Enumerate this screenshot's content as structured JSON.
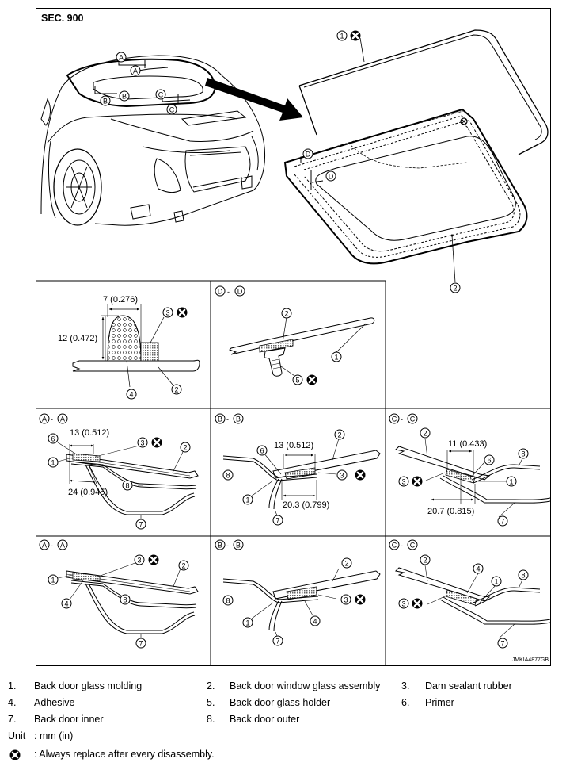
{
  "section_label": "SEC. 900",
  "image_code": "JMKIA4877GB",
  "section_views": {
    "aa": "A - A",
    "bb": "B - B",
    "cc": "C - C",
    "dd": "D - D"
  },
  "markers": {
    "a": "A",
    "b": "B",
    "c": "C",
    "d": "D"
  },
  "callouts": [
    "1",
    "2",
    "3",
    "4",
    "5",
    "6",
    "7",
    "8"
  ],
  "dimensions": {
    "dam_width": "7 (0.276)",
    "dam_height": "12 (0.472)",
    "aa_top": "13 (0.512)",
    "aa_bottom": "24 (0.945)",
    "bb_top": "13 (0.512)",
    "bb_bottom": "20.3 (0.799)",
    "cc_top": "11 (0.433)",
    "cc_bottom": "20.7 (0.815)"
  },
  "legend": [
    {
      "num": "1.",
      "label": "Back door glass molding"
    },
    {
      "num": "2.",
      "label": "Back door window glass assembly"
    },
    {
      "num": "3.",
      "label": "Dam sealant rubber"
    },
    {
      "num": "4.",
      "label": "Adhesive"
    },
    {
      "num": "5.",
      "label": "Back door glass holder"
    },
    {
      "num": "6.",
      "label": "Primer"
    },
    {
      "num": "7.",
      "label": "Back door inner"
    },
    {
      "num": "8.",
      "label": "Back door outer"
    }
  ],
  "unit_label": "Unit",
  "unit_value": ": mm (in)",
  "replace_note": ": Always replace after every disassembly.",
  "icons": {
    "replace": "replace-x-icon"
  }
}
